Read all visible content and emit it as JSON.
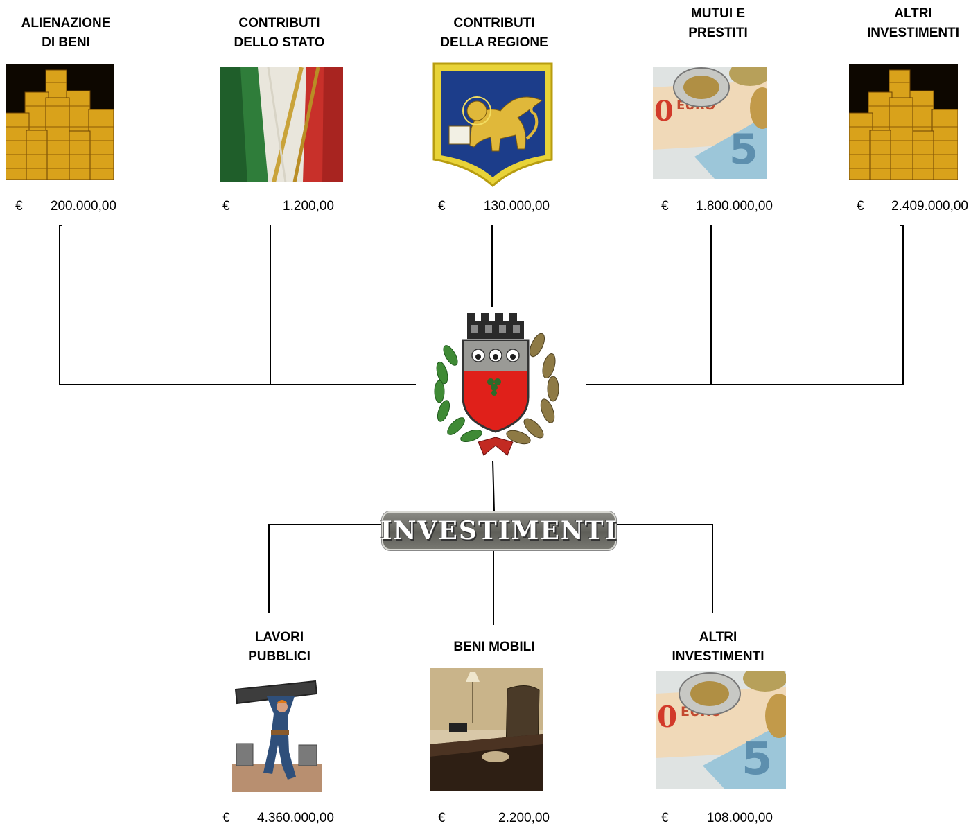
{
  "sources": [
    {
      "label_lines": [
        "ALIENAZIONE",
        "DI BENI"
      ],
      "currency": "€",
      "amount": "200.000,00",
      "image": "gold-coins"
    },
    {
      "label_lines": [
        "CONTRIBUTI",
        "DELLO STATO"
      ],
      "currency": "€",
      "amount": "1.200,00",
      "image": "italian-flag"
    },
    {
      "label_lines": [
        "CONTRIBUTI",
        "DELLA REGIONE"
      ],
      "currency": "€",
      "amount": "130.000,00",
      "image": "veneto-lion-crest"
    },
    {
      "label_lines": [
        "MUTUI E",
        "PRESTITI"
      ],
      "currency": "€",
      "amount": "1.800.000,00",
      "image": "euro-banknotes-coins"
    },
    {
      "label_lines": [
        "ALTRI",
        "INVESTIMENTI"
      ],
      "currency": "€",
      "amount": "2.409.000,00",
      "image": "gold-coins"
    }
  ],
  "center": {
    "image": "municipal-coat-of-arms",
    "title": "INVESTIMENTI"
  },
  "uses": [
    {
      "label_lines": [
        "LAVORI",
        "PUBBLICI"
      ],
      "currency": "€",
      "amount": "4.360.000,00",
      "image": "construction-worker"
    },
    {
      "label_lines": [
        "BENI MOBILI"
      ],
      "currency": "€",
      "amount": "2.200,00",
      "image": "office-furniture"
    },
    {
      "label_lines": [
        "ALTRI",
        "INVESTIMENTI"
      ],
      "currency": "€",
      "amount": "108.000,00",
      "image": "euro-banknotes-coins"
    }
  ],
  "colors": {
    "line": "#000000",
    "badge": "#6e6e68",
    "gold": "#d9a21b",
    "flag_green": "#2f7d3a",
    "flag_red": "#c8302a",
    "crest_blue": "#1c3d8a",
    "shield_red": "#e0201a"
  }
}
